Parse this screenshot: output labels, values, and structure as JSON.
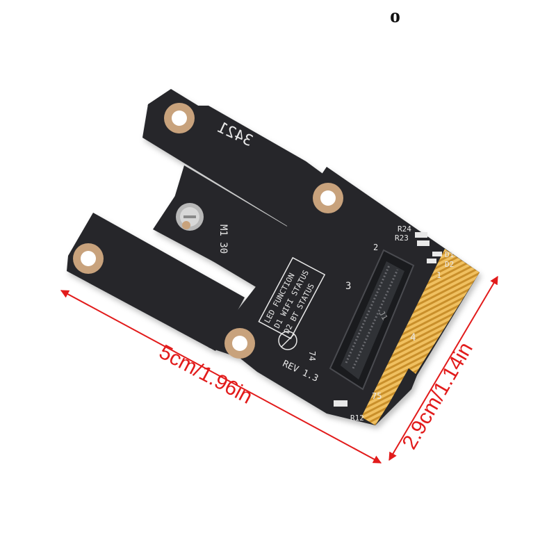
{
  "corner_mark": "o",
  "board": {
    "silkscreen": {
      "serial": "3421",
      "screw_label": "M1 30",
      "led_title": "LED FUNCTION",
      "led_d1": "D1 WIFI STATUS",
      "led_d2": "D2 BT  STATUS",
      "rev": "REV 1.3",
      "pin2": "2",
      "pin1": "1",
      "pin3": "3",
      "pin4": "4",
      "pin74": "74",
      "pin75": "75",
      "r24": "R24",
      "r23": "R23",
      "d1": "D1",
      "d2": "D2",
      "r12": "R12",
      "j1": "J1"
    }
  },
  "dimensions": {
    "length": "5cm/1.96in",
    "width": "2.9cm/1.14in"
  },
  "colors": {
    "pcb": "#26282c",
    "pad": "#c8a27c",
    "gold": "#d9a441",
    "arrow": "#e21b1b"
  }
}
